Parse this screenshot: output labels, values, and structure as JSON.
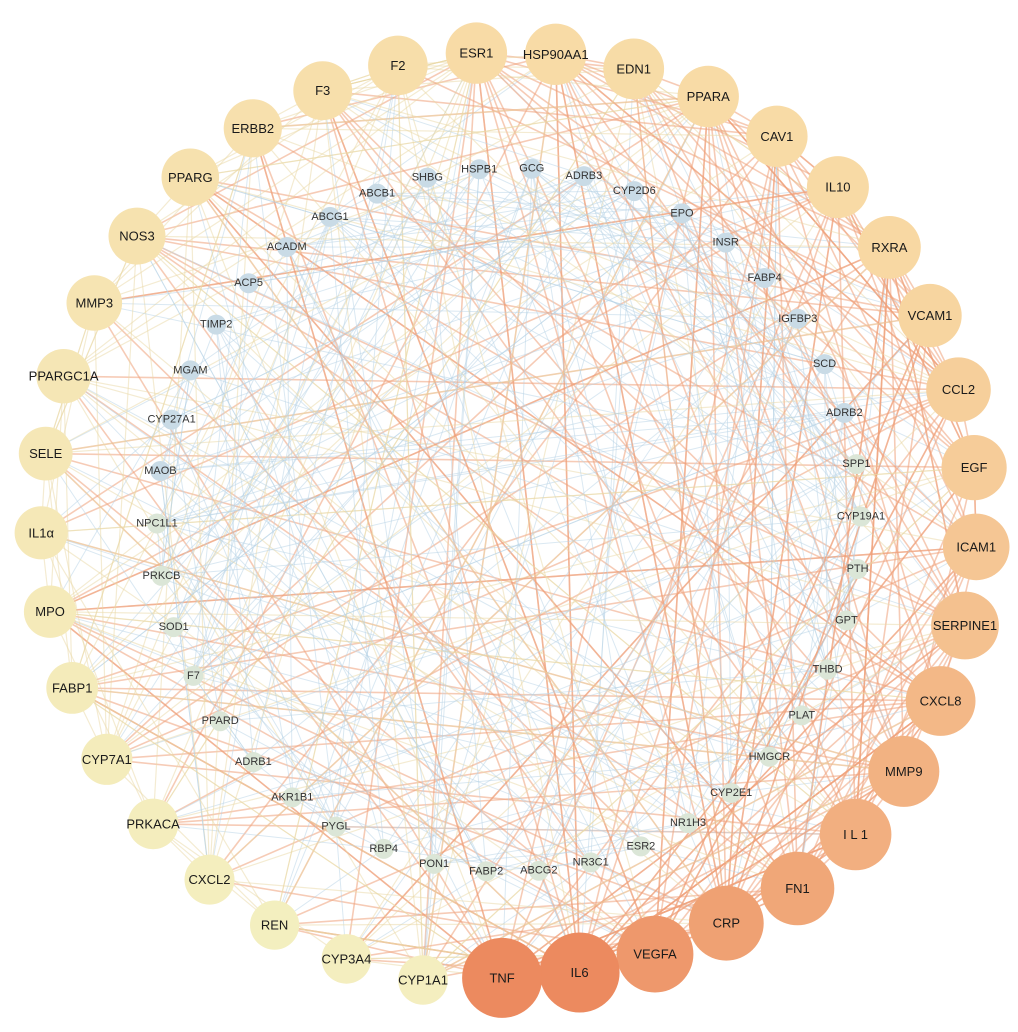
{
  "colors": {
    "outer_low": "#f3f1c2",
    "outer_mid": "#f8d9a4",
    "outer_high": "#ec8a5f",
    "inner_node": "#dbe6d7",
    "inner_node_blue": "#c9dbe6",
    "edge_hot": "#f0a27c",
    "edge_cool": "#b7d3e6",
    "edge_mid": "#ead9a6"
  },
  "outer_nodes": [
    {
      "label": "ESR1",
      "level": 0.42
    },
    {
      "label": "HSP90AA1",
      "level": 0.42
    },
    {
      "label": "EDN1",
      "level": 0.4
    },
    {
      "label": "PPARA",
      "level": 0.42
    },
    {
      "label": "CAV1",
      "level": 0.42
    },
    {
      "label": "IL10",
      "level": 0.44
    },
    {
      "label": "RXRA",
      "level": 0.46
    },
    {
      "label": "VCAM1",
      "level": 0.48
    },
    {
      "label": "CCL2",
      "level": 0.52
    },
    {
      "label": "EGF",
      "level": 0.54
    },
    {
      "label": "ICAM1",
      "level": 0.58
    },
    {
      "label": "SERPINE1",
      "level": 0.62
    },
    {
      "label": "CXCL8",
      "level": 0.68
    },
    {
      "label": "MMP9",
      "level": 0.72
    },
    {
      "label": "I L 1",
      "level": 0.74
    },
    {
      "label": "FN1",
      "level": 0.8
    },
    {
      "label": "CRP",
      "level": 0.84
    },
    {
      "label": "VEGFA",
      "level": 0.9
    },
    {
      "label": "IL6",
      "level": 1.0
    },
    {
      "label": "TNF",
      "level": 1.0
    },
    {
      "label": "CYP1A1",
      "level": 0.05
    },
    {
      "label": "CYP3A4",
      "level": 0.05
    },
    {
      "label": "REN",
      "level": 0.04
    },
    {
      "label": "CXCL2",
      "level": 0.06
    },
    {
      "label": "PRKACA",
      "level": 0.08
    },
    {
      "label": "CYP7A1",
      "level": 0.1
    },
    {
      "label": "FABP1",
      "level": 0.12
    },
    {
      "label": "MPO",
      "level": 0.14
    },
    {
      "label": "IL1α",
      "level": 0.16
    },
    {
      "label": "SELE",
      "level": 0.18
    },
    {
      "label": "PPARGC1A",
      "level": 0.2
    },
    {
      "label": "MMP3",
      "level": 0.24
    },
    {
      "label": "NOS3",
      "level": 0.28
    },
    {
      "label": "PPARG",
      "level": 0.3
    },
    {
      "label": "ERBB2",
      "level": 0.32
    },
    {
      "label": "F3",
      "level": 0.34
    },
    {
      "label": "F2",
      "level": 0.36
    }
  ],
  "inner_nodes": [
    {
      "label": "ABCB1"
    },
    {
      "label": "SHBG"
    },
    {
      "label": "HSPB1"
    },
    {
      "label": "GCG"
    },
    {
      "label": "ADRB3"
    },
    {
      "label": "CYP2D6"
    },
    {
      "label": "EPO"
    },
    {
      "label": "INSR"
    },
    {
      "label": "FABP4"
    },
    {
      "label": "IGFBP3"
    },
    {
      "label": "SCD"
    },
    {
      "label": "ADRB2"
    },
    {
      "label": "SPP1"
    },
    {
      "label": "CYP19A1"
    },
    {
      "label": "PTH"
    },
    {
      "label": "GPT"
    },
    {
      "label": "THBD"
    },
    {
      "label": "PLAT"
    },
    {
      "label": "HMGCR"
    },
    {
      "label": "CYP2E1"
    },
    {
      "label": "NR1H3"
    },
    {
      "label": "ESR2"
    },
    {
      "label": "NR3C1"
    },
    {
      "label": "ABCG2"
    },
    {
      "label": "FABP2"
    },
    {
      "label": "PON1"
    },
    {
      "label": "RBP4"
    },
    {
      "label": "PYGL"
    },
    {
      "label": "AKR1B1"
    },
    {
      "label": "ADRB1"
    },
    {
      "label": "PPARD"
    },
    {
      "label": "F7"
    },
    {
      "label": "SOD1"
    },
    {
      "label": "PRKCB"
    },
    {
      "label": "NPC1L1"
    },
    {
      "label": "MAOB"
    },
    {
      "label": "CYP27A1"
    },
    {
      "label": "MGAM"
    },
    {
      "label": "TIMP2"
    },
    {
      "label": "ACP5"
    },
    {
      "label": "ACADM"
    },
    {
      "label": "ABCG1"
    }
  ]
}
